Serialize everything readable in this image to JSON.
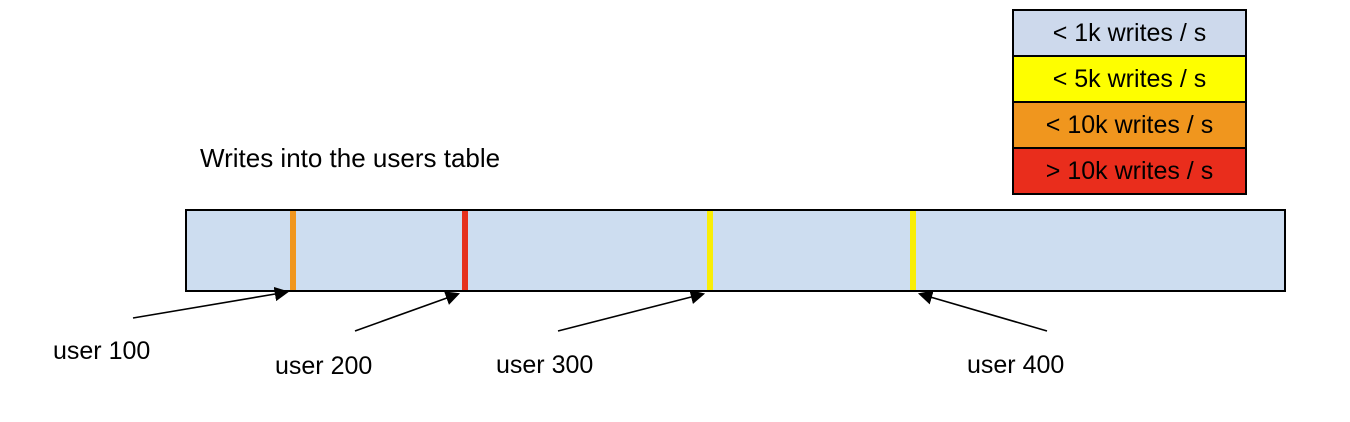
{
  "title": "Writes into the users table",
  "legend": {
    "items": [
      {
        "label": "< 1k writes / s",
        "color": "#cdd9ec"
      },
      {
        "label": "< 5k writes / s",
        "color": "#fefe00"
      },
      {
        "label": "< 10k writes / s",
        "color": "#f0961e"
      },
      {
        "label": "> 10k writes / s",
        "color": "#e92d1c"
      }
    ]
  },
  "bar": {
    "fill": "#cdddf0",
    "border_color": "#000000"
  },
  "users": [
    {
      "label": "user 100",
      "mark_color": "#f0961e",
      "mark_left": "9.7%"
    },
    {
      "label": "user 200",
      "mark_color": "#e6301c",
      "mark_left": "25.3%"
    },
    {
      "label": "user 300",
      "mark_color": "#f9ee06",
      "mark_left": "47.7%"
    },
    {
      "label": "user 400",
      "mark_color": "#f9ee06",
      "mark_left": "66.2%"
    }
  ]
}
